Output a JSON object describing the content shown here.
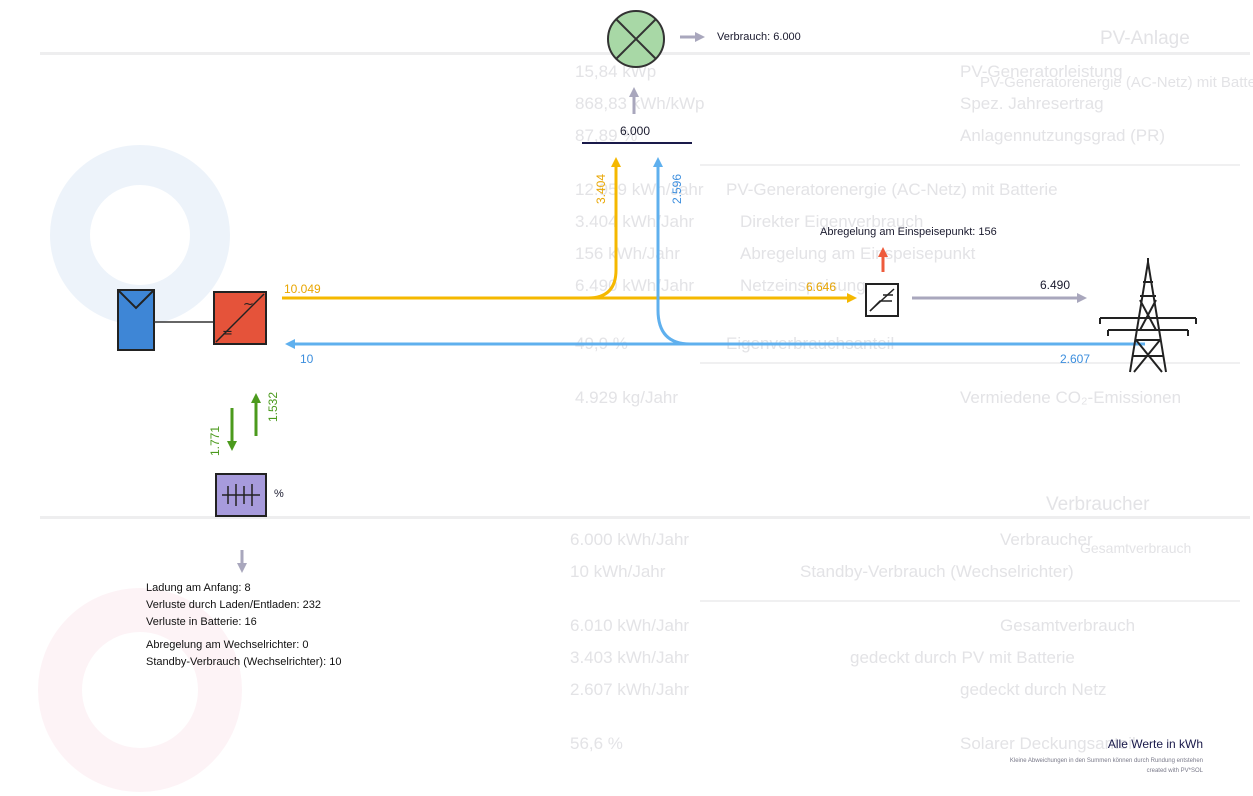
{
  "background_report": {
    "section_pv": "PV-Anlage",
    "top_right_caption": "PV-Generatorenergie (AC-Netz) mit Batterie",
    "rows_left": [
      "PV-Generatorleistung",
      "Spez. Jahresertrag",
      "Anlagennutzungsgrad (PR)",
      "PV-Generatorenergie (AC-Netz) mit Batterie",
      "Direkter Eigenverbrauch",
      "Abregelung am Einspeisepunkt",
      "Netzeinspeisung",
      "Eigenverbrauchsanteil",
      "Vermiedene CO₂-Emissionen"
    ],
    "rows_right": [
      "15,84 kWp",
      "868,83 kWh/kWp",
      "87,89 %",
      "12.959 kWh/Jahr",
      "3.404 kWh/Jahr",
      "156 kWh/Jahr",
      "6.490 kWh/Jahr",
      "49,9 %",
      "4.929 kg/Jahr"
    ],
    "section_consumer": "Verbraucher",
    "consumer_rows_left": [
      "Verbraucher",
      "Standby-Verbrauch (Wechselrichter)",
      "Gesamtverbrauch",
      "gedeckt durch PV mit Batterie",
      "gedeckt durch Netz",
      "Solarer Deckungsanteil"
    ],
    "consumer_rows_right": [
      "6.000 kWh/Jahr",
      "10 kWh/Jahr",
      "6.010 kWh/Jahr",
      "3.403 kWh/Jahr",
      "2.607 kWh/Jahr",
      "56,6 %"
    ],
    "gesamtverbrauch_caption": "Gesamtverbrauch"
  },
  "flows": {
    "pv_to_grid_start": "10.049",
    "to_consumer_yellow": "3.404",
    "to_consumer_blue": "2.596",
    "consumer_sum": "6.000",
    "verbrauch_label": "Verbrauch:",
    "verbrauch_value": "6.000",
    "to_feed_point": "6.646",
    "abregelung_label": "Abregelung am Einspeisepunkt:",
    "abregelung_value": "156",
    "to_grid": "6.490",
    "grid_return": "2.607",
    "grid_to_inverter": "10",
    "battery_charge": "1.771",
    "battery_discharge": "1.532",
    "battery_percent": "%"
  },
  "battery_info": [
    {
      "label": "Ladung am Anfang:",
      "value": "8"
    },
    {
      "label": "Verluste durch Laden/Entladen:",
      "value": "232"
    },
    {
      "label": "Verluste in Batterie:",
      "value": "16"
    },
    {
      "label": "Abregelung am Wechselrichter:",
      "value": "0"
    },
    {
      "label": "Standby-Verbrauch (Wechselrichter):",
      "value": "10"
    }
  ],
  "footer": {
    "unit_note": "Alle Werte in kWh",
    "rounding_note": "Kleine Abweichungen in den Summen können durch Rundung entstehen",
    "created_with": "created with PV*SOL"
  },
  "colors": {
    "pv_yellow": "#f5b800",
    "grid_blue": "#5fb0ee",
    "battery_green": "#4b9a1d",
    "consumer_circle": "#a8d8a6",
    "inverter_red": "#e5533a",
    "module_blue": "#3e86d6",
    "battery_purple": "#a79bdc",
    "grid_arrow_gray": "#a9a7bd",
    "curtail_red": "#ee5b3c"
  }
}
